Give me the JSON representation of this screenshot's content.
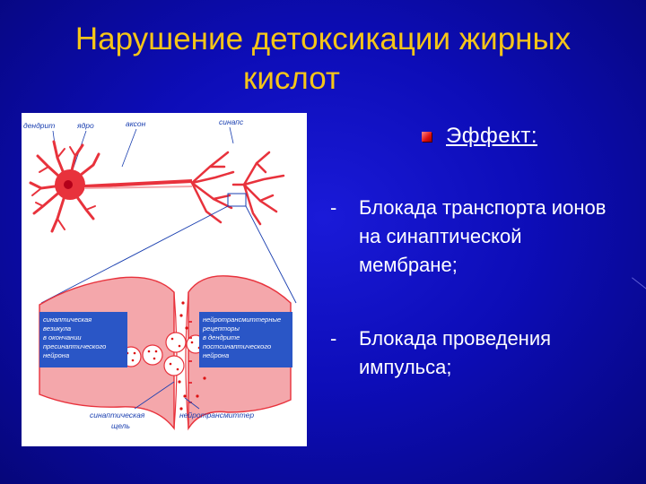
{
  "slide": {
    "title_line1": "Нарушение детоксикации жирных",
    "title_line2": "кислот",
    "effect_label": "Эффект:",
    "bullets": [
      {
        "dash": "-",
        "text": "Блокада транспорта ионов на синаптической мембране;"
      },
      {
        "dash": "-",
        "text": "Блокада проведения импульса;"
      }
    ]
  },
  "figure": {
    "labels": {
      "dendrite": "дендрит",
      "nucleus": "ядро",
      "axon": "аксон",
      "synapse": "синапс",
      "vesicle_1": "синаптическая",
      "vesicle_2": "везикула",
      "vesicle_3": "в окончании",
      "vesicle_4": "пресинаптического",
      "vesicle_5": "нейрона",
      "receptor_1": "нейротрансмиттерные",
      "receptor_2": "рецепторы",
      "receptor_3": "в дендрите",
      "receptor_4": "постсинаптического",
      "receptor_5": "нейрона",
      "cleft_1": "синаптическая",
      "cleft_2": "щель",
      "transmitter": "нейротрансмиттер"
    },
    "colors": {
      "neuron": "#e8323c",
      "membrane": "#f4a7ab",
      "labelbox": "#2a56c6",
      "pointer": "#1a3fb0"
    }
  }
}
